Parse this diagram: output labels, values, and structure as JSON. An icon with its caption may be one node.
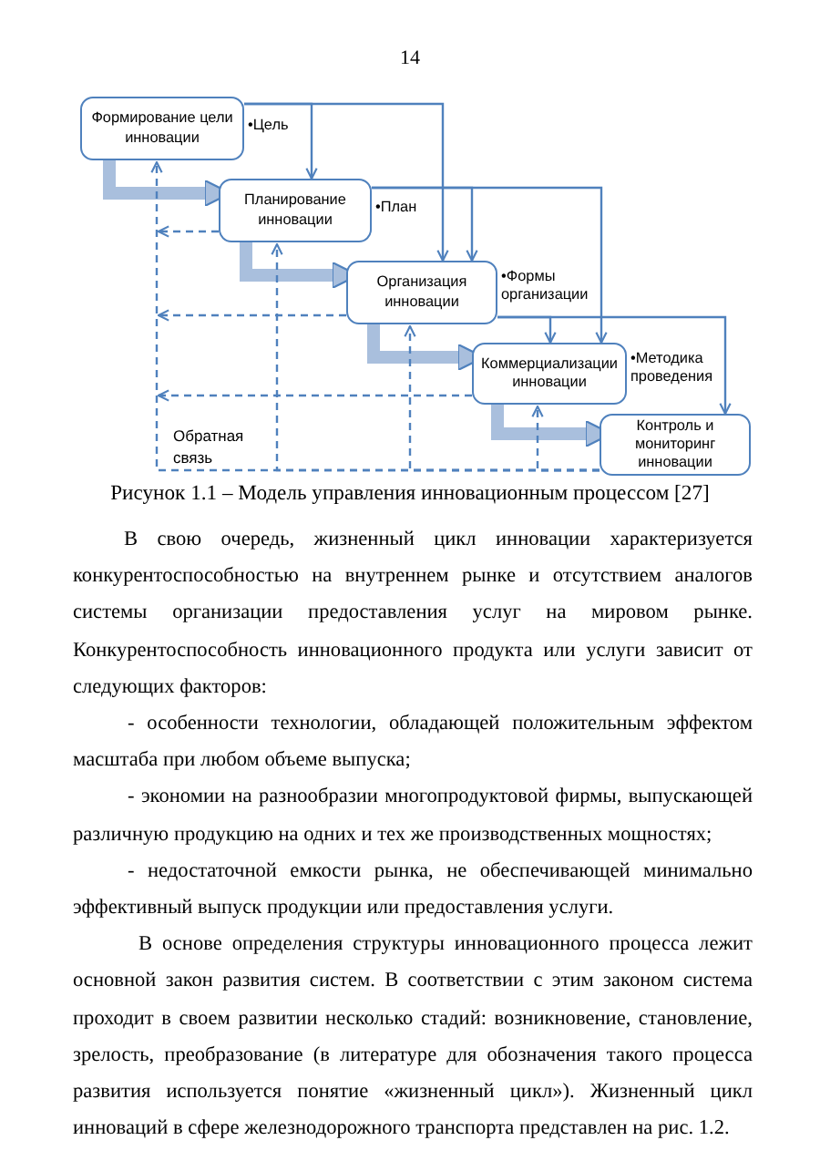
{
  "diagram": {
    "caption": "Рисунок 1.1 – Модель управления инновационным процессом [27]",
    "nodes": [
      {
        "text": [
          "Формирование цели инновации"
        ],
        "beside": [
          "•Цель"
        ]
      },
      {
        "text": [
          "Планирование инновации"
        ],
        "beside": [
          "•План"
        ]
      },
      {
        "text": [
          "Организация инновации"
        ],
        "beside": [
          "•Формы организации"
        ]
      },
      {
        "text": [
          "Коммерциализации инновации"
        ],
        "beside": [
          "•Методика проведения"
        ]
      },
      {
        "text": [
          "Контроль и мониторинг инновации"
        ]
      }
    ],
    "edges": [
      {
        "from": 0,
        "to": 1,
        "arrow": "to"
      },
      {
        "from": 0,
        "to": 2,
        "arrow": "to"
      },
      {
        "from": 1,
        "to": 2,
        "arrow": "to"
      },
      {
        "from": 1,
        "to": 3,
        "arrow": "to"
      },
      {
        "from": 2,
        "to": 3,
        "arrow": "to"
      },
      {
        "from": 2,
        "to": 4,
        "arrow": "to"
      },
      {
        "from": 0,
        "to": 1,
        "arrow": "to",
        "style": "thick"
      },
      {
        "from": 1,
        "to": 2,
        "arrow": "to",
        "style": "thick"
      },
      {
        "from": 2,
        "to": 3,
        "arrow": "to",
        "style": "thick"
      },
      {
        "from": 3,
        "to": 4,
        "arrow": "to",
        "style": "thick"
      },
      {
        "from": 4,
        "to": 0,
        "arrow": "to",
        "style": "dashed"
      },
      {
        "from": 4,
        "to": 1,
        "arrow": "to",
        "style": "dashed"
      },
      {
        "from": 4,
        "to": 2,
        "arrow": "to",
        "style": "dashed"
      },
      {
        "from": 4,
        "to": 3,
        "arrow": "to",
        "style": "dashed"
      },
      {
        "from": 1,
        "to": null,
        "arrow": "to",
        "style": "dashed"
      },
      {
        "from": 2,
        "to": null,
        "arrow": "to",
        "style": "dashed"
      },
      {
        "from": 3,
        "to": null,
        "arrow": "to",
        "style": "dashed"
      }
    ],
    "labels": [
      "14",
      "Обратная связь",
      "В свою очередь, жизненный цикл инновации характеризуется конкурентоспособностью на внутреннем рынке и отсутствием аналогов системы организации предоставления услуг на мировом рынке. Конкурентоспособность инновационного продукта или услуги зависит от следующих факторов:",
      "- особенности технологии, обладающей положительным эффектом масштаба при любом объеме выпуска;",
      "- экономии на разнообразии многопродуктовой фирмы, выпускающей различную продукцию на одних и тех же производственных мощностях;",
      "- недостаточной емкости рынка, не обеспечивающей минимально эффективный выпуск продукции или предоставления услуги.",
      "В основе определения структуры инновационного процесса лежит основной закон развития систем. В соответствии с этим законом система проходит в своем развитии несколько стадий: возникновение, становление, зрелость, преобразование (в литературе для обозначения такого процесса развития используется понятие «жизненный цикл»). Жизненный цикл инноваций в сфере железнодорожного транспорта представлен на рис. 1.2."
    ]
  }
}
